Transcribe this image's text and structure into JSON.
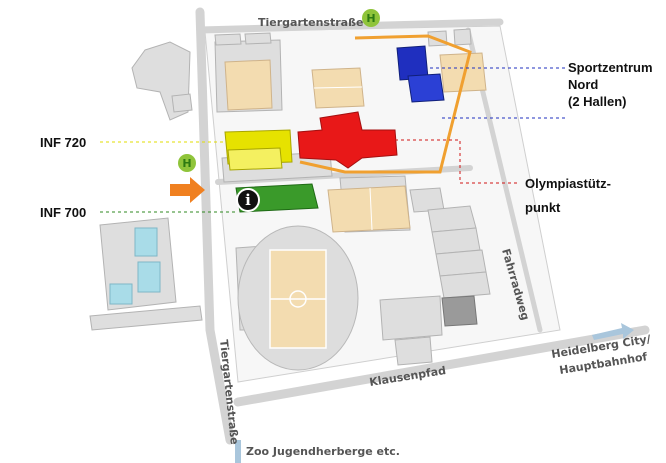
{
  "streets": {
    "north": "Tiergartenstraße",
    "west": "Tiergartenstraße",
    "south": "Klausenpfad",
    "east": "Fahrradweg"
  },
  "destinations": {
    "heidelberg_line1": "Heidelberg City/",
    "heidelberg_line2": "Hauptbahnhof",
    "zoo": "Zoo Jugendherberge etc."
  },
  "buildings": {
    "inf720": "INF 720",
    "inf700": "INF 700",
    "sport_line1": "Sportzentrum",
    "sport_line2": "Nord",
    "sport_line3": "(2 Hallen)",
    "olympia_line1": "Olympiastütz-",
    "olympia_line2": "punkt"
  },
  "markers": {
    "bus_stop_letter": "H",
    "info_letter": "i"
  },
  "colors": {
    "inf720": "#e6e200",
    "inf700": "#3a9a2a",
    "sportzentrum": "#1f2fbf",
    "olympiastuetzpunkt": "#e81818",
    "route": "#f0a030",
    "arrow": "#f08020",
    "bus_stop": "#8fc43a",
    "field": "#f3dcb0"
  }
}
